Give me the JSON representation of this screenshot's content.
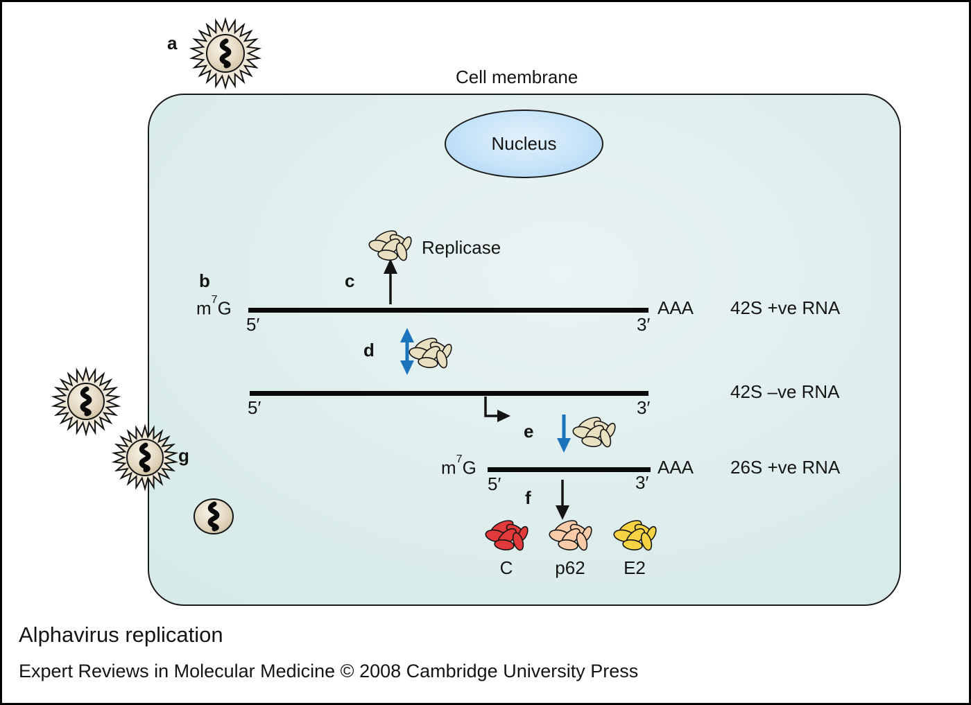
{
  "figure": {
    "title": "Alphavirus replication",
    "credit": "Expert Reviews in Molecular Medicine © 2008 Cambridge University Press"
  },
  "cell": {
    "membrane_label": "Cell membrane",
    "nucleus_label": "Nucleus"
  },
  "steps": {
    "a": "a",
    "b": "b",
    "c": "c",
    "d": "d",
    "e": "e",
    "f": "f",
    "g": "g"
  },
  "replicase": {
    "label": "Replicase"
  },
  "rna": {
    "genomic_plus": {
      "cap_base": "m",
      "cap_sup": "7",
      "cap_end": "G",
      "five_prime": "5′",
      "three_prime": "3′",
      "poly_a": "AAA",
      "name": "42S +ve RNA"
    },
    "minus": {
      "five_prime": "5′",
      "three_prime": "3′",
      "name": "42S –ve RNA"
    },
    "subgenomic": {
      "cap_base": "m",
      "cap_sup": "7",
      "cap_end": "G",
      "five_prime": "5′",
      "three_prime": "3′",
      "poly_a": "AAA",
      "name": "26S +ve RNA"
    }
  },
  "proteins": [
    {
      "label": "C",
      "color": "#e23a3a"
    },
    {
      "label": "p62",
      "color": "#f9cba9"
    },
    {
      "label": "E2",
      "color": "#f5d342"
    }
  ],
  "icons": {
    "virion": "spiky-enveloped-virion-icon",
    "nucleocapsid": "nucleocapsid-icon",
    "protein_blob": "protein-cluster-icon"
  },
  "colors": {
    "membrane_fill": "#dcedeb",
    "nucleus_fill": "#c6e3f8",
    "arrow_blue": "#1c74bc",
    "protein_tan": "#e9e0c1",
    "outline": "#141414"
  }
}
